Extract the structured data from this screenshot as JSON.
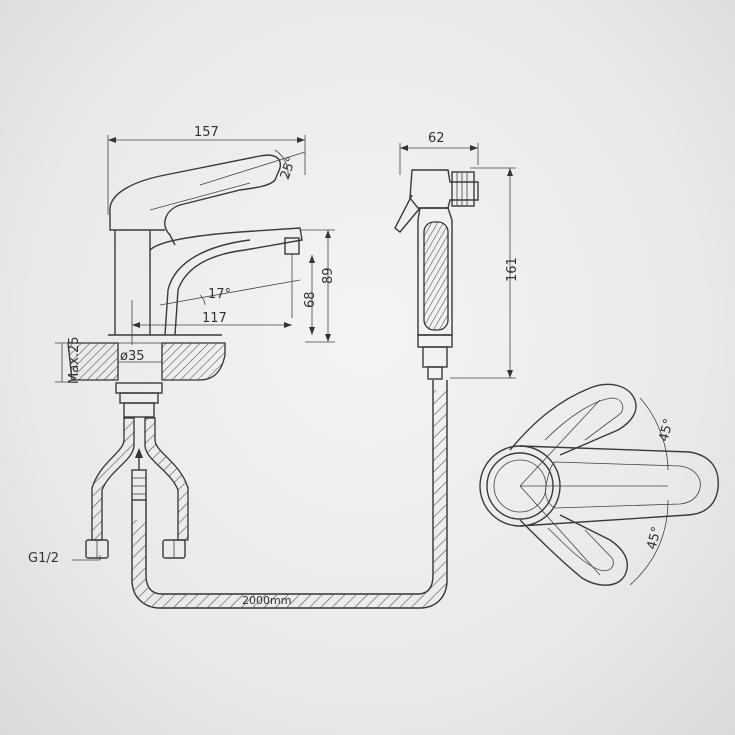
{
  "dimensions": {
    "faucet_length": "157",
    "lever_angle": "25°",
    "faucet_height": "89",
    "spout_height": "68",
    "spout_angle": "17°",
    "spout_reach": "117",
    "hole_diameter": "ø35",
    "max_countertop": "Max.25",
    "connection_thread": "G1/2",
    "shower_width": "62",
    "shower_length": "161",
    "hose_length": "2000mm",
    "handle_angle_top": "45°",
    "handle_angle_bottom": "45°"
  }
}
